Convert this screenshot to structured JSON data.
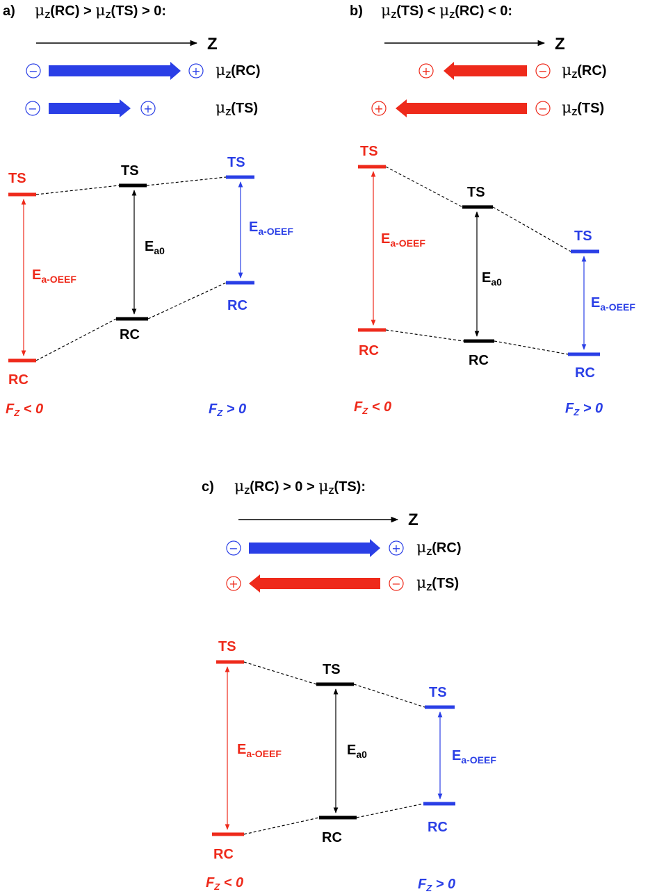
{
  "panels": {
    "a": {
      "label": "a)",
      "header": {
        "mu1": "μ",
        "z1": "Z",
        "arg1": "(RC) > ",
        "mu2": "μ",
        "z2": "Z",
        "arg2": "(TS) > 0:"
      },
      "axis_label": "Z",
      "dipoles": [
        {
          "mu": "μ",
          "sub": "Z",
          "arg": "(RC)",
          "left_sign": "−",
          "right_sign": "+",
          "direction": "positive",
          "color": "#2a3fe6"
        },
        {
          "mu": "μ",
          "sub": "Z",
          "arg": "(TS)",
          "left_sign": "−",
          "right_sign": "+",
          "direction": "positive",
          "color": "#2a3fe6"
        }
      ],
      "levels": {
        "left_ts": "TS",
        "left_rc": "RC",
        "mid_ts": "TS",
        "mid_rc": "RC",
        "right_ts": "TS",
        "right_rc": "RC"
      },
      "ea_left": {
        "main": "E",
        "sub": "a-OEEF"
      },
      "ea_mid": {
        "main": "E",
        "sub": "a0"
      },
      "ea_right": {
        "main": "E",
        "sub": "a-OEEF"
      },
      "field_left": {
        "f": "F",
        "sub": "Z",
        "rel": " < 0"
      },
      "field_right": {
        "f": "F",
        "sub": "Z",
        "rel": " > 0"
      }
    },
    "b": {
      "label": "b)",
      "header": {
        "mu1": "μ",
        "z1": "Z",
        "arg1": "(TS) < ",
        "mu2": "μ",
        "z2": "Z",
        "arg2": "(RC) < 0:"
      },
      "axis_label": "Z",
      "dipoles": [
        {
          "mu": "μ",
          "sub": "Z",
          "arg": "(RC)",
          "left_sign": "+",
          "right_sign": "−",
          "direction": "negative",
          "color": "#ee2a1b"
        },
        {
          "mu": "μ",
          "sub": "Z",
          "arg": "(TS)",
          "left_sign": "+",
          "right_sign": "−",
          "direction": "negative",
          "color": "#ee2a1b"
        }
      ],
      "levels": {
        "left_ts": "TS",
        "left_rc": "RC",
        "mid_ts": "TS",
        "mid_rc": "RC",
        "right_ts": "TS",
        "right_rc": "RC"
      },
      "ea_left": {
        "main": "E",
        "sub": "a-OEEF"
      },
      "ea_mid": {
        "main": "E",
        "sub": "a0"
      },
      "ea_right": {
        "main": "E",
        "sub": "a-OEEF"
      },
      "field_left": {
        "f": "F",
        "sub": "Z",
        "rel": " < 0"
      },
      "field_right": {
        "f": "F",
        "sub": "Z",
        "rel": " > 0"
      }
    },
    "c": {
      "label": "c)",
      "header": {
        "mu1": "μ",
        "z1": "Z",
        "arg1": "(RC) > 0 > ",
        "mu2": "μ",
        "z2": "Z",
        "arg2": "(TS):"
      },
      "axis_label": "Z",
      "dipoles": [
        {
          "mu": "μ",
          "sub": "Z",
          "arg": "(RC)",
          "left_sign": "−",
          "right_sign": "+",
          "direction": "positive",
          "color": "#2a3fe6"
        },
        {
          "mu": "μ",
          "sub": "Z",
          "arg": "(TS)",
          "left_sign": "+",
          "right_sign": "−",
          "direction": "negative",
          "color": "#ee2a1b"
        }
      ],
      "levels": {
        "left_ts": "TS",
        "left_rc": "RC",
        "mid_ts": "TS",
        "mid_rc": "RC",
        "right_ts": "TS",
        "right_rc": "RC"
      },
      "ea_left": {
        "main": "E",
        "sub": "a-OEEF"
      },
      "ea_mid": {
        "main": "E",
        "sub": "a0"
      },
      "ea_right": {
        "main": "E",
        "sub": "a-OEEF"
      },
      "field_left": {
        "f": "F",
        "sub": "Z",
        "rel": " < 0"
      },
      "field_right": {
        "f": "F",
        "sub": "Z",
        "rel": " > 0"
      }
    }
  },
  "colors": {
    "negative_field": "#ee2a1b",
    "positive_field": "#2a3fe6",
    "zero_field": "#000000"
  }
}
